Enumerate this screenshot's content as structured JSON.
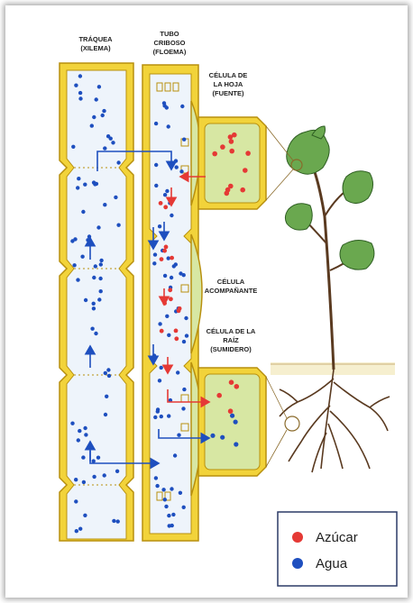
{
  "labels": {
    "traquea": [
      "TRÁQUEA",
      "(XILEMA)"
    ],
    "tubo": [
      "TUBO",
      "CRIBOSO",
      "(FLOEMA)"
    ],
    "hoja": [
      "CÉLULA DE",
      "LA HOJA",
      "(FUENTE)"
    ],
    "acomp": [
      "CÉLULA",
      "ACOMPAÑANTE"
    ],
    "raiz": [
      "CÉLULA DE LA",
      "RAÍZ",
      "(SUMIDERO)"
    ]
  },
  "legend": {
    "items": [
      {
        "label": "Azúcar",
        "color": "#e53935"
      },
      {
        "label": "Agua",
        "color": "#1e4fbf"
      }
    ]
  },
  "colors": {
    "wall": "#f2d33a",
    "wall_edge": "#b8900e",
    "lumen": "#eef4fb",
    "cell_fill": "#d7e7a3",
    "sugar": "#e53935",
    "water": "#1e4fbf",
    "soil": "#f6efcf",
    "plant": "#5a3a20",
    "leaf": "#6aa84f"
  }
}
